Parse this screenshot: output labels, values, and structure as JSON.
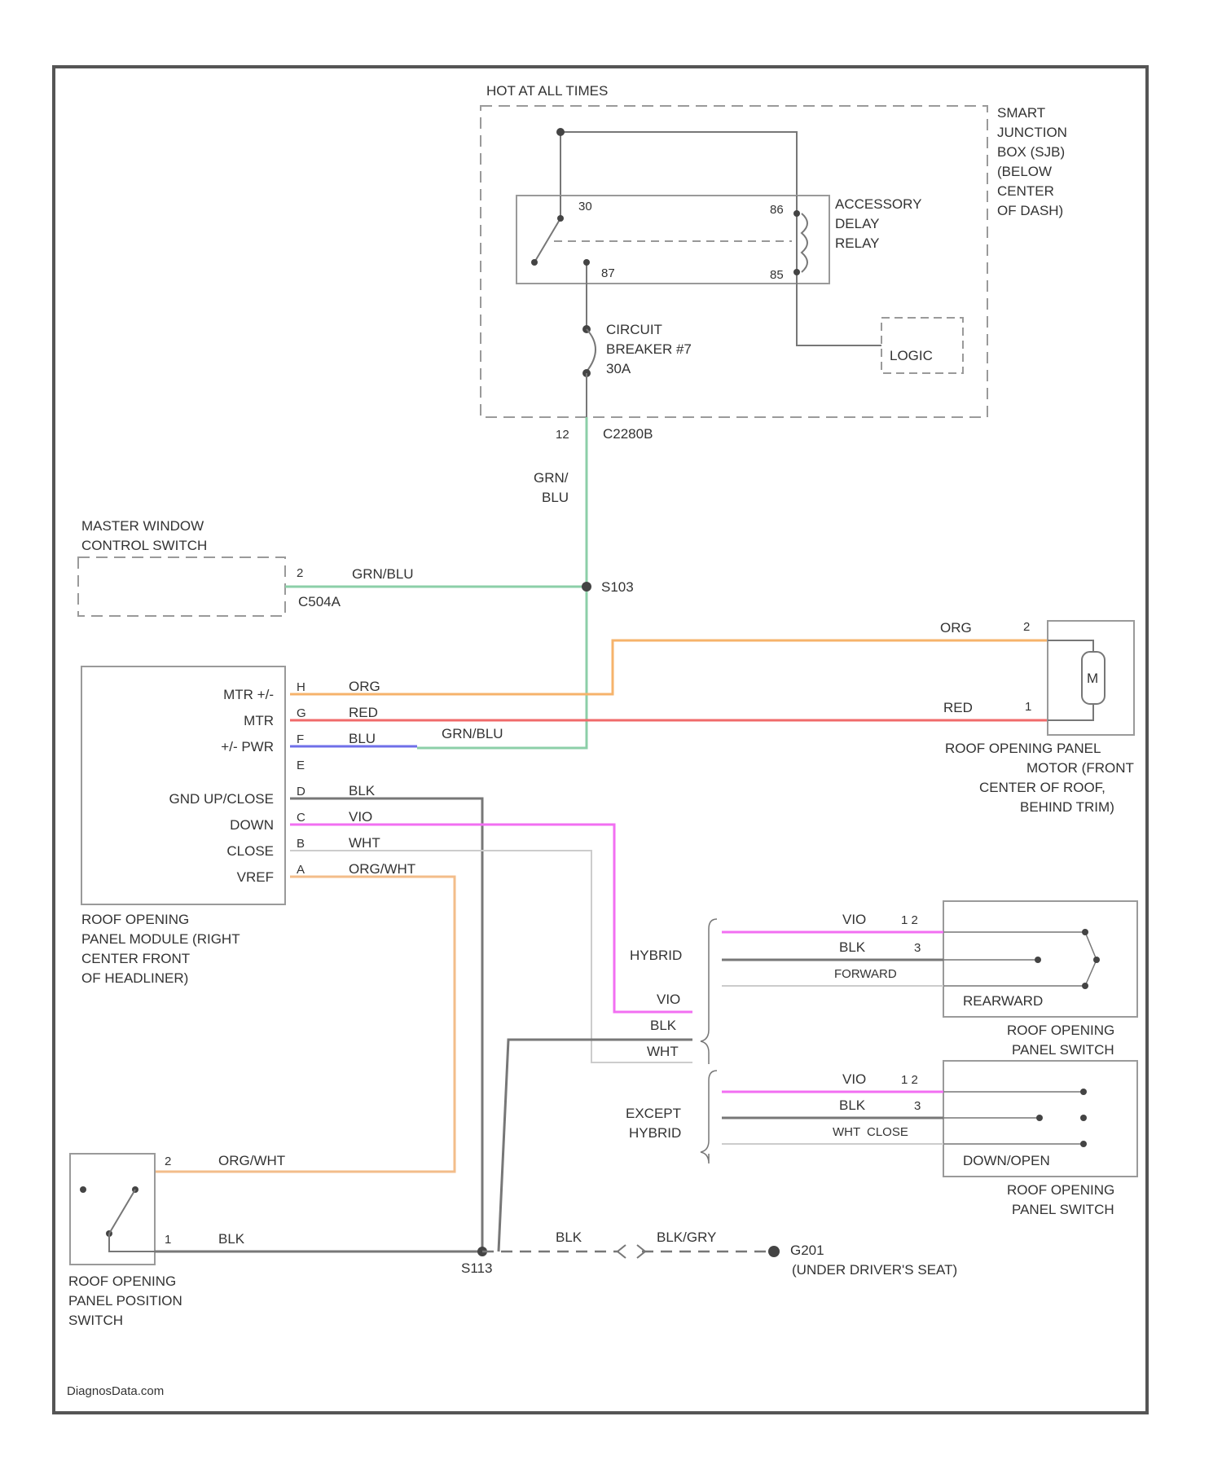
{
  "colors": {
    "frame": "#555555",
    "box": "#9a9a9a",
    "wire_grn_blu": "#8ccfa8",
    "wire_org": "#f6b36b",
    "wire_red": "#f06a6a",
    "wire_blu": "#6f6fe8",
    "wire_blk": "#777777",
    "wire_vio": "#f26ff2",
    "wire_wht": "#cccccc",
    "wire_org_wht": "#f3bd8a"
  },
  "labels": {
    "hot_at_all_times": "HOT AT ALL TIMES",
    "sjb": [
      "SMART",
      "JUNCTION",
      "BOX (SJB)",
      "(BELOW",
      "CENTER",
      "OF DASH)"
    ],
    "relay": [
      "ACCESSORY",
      "DELAY",
      "RELAY"
    ],
    "relay_pins": {
      "p30": "30",
      "p86": "86",
      "p87": "87",
      "p85": "85"
    },
    "breaker": [
      "CIRCUIT",
      "BREAKER #7",
      "30A"
    ],
    "logic": "LOGIC",
    "sjb_pin": "12",
    "sjb_connector": "C2280B",
    "grn_blu": [
      "GRN/",
      "BLU"
    ],
    "master_switch": [
      "MASTER WINDOW",
      "CONTROL SWITCH"
    ],
    "master_pin": "2",
    "master_wire": "GRN/BLU",
    "master_connector": "C504A",
    "splice_s103": "S103",
    "motor_wire1": "ORG",
    "motor_wire1_pin": "2",
    "motor_wire2": "RED",
    "motor_wire2_pin": "1",
    "motor_symbol": "M",
    "motor_name": [
      "ROOF OPENING PANEL",
      "MOTOR (FRONT",
      "CENTER OF ROOF,",
      "BEHIND TRIM)"
    ],
    "module_pins": [
      {
        "name": "MTR +/-",
        "pin": "H",
        "wire": "ORG"
      },
      {
        "name": "MTR",
        "pin": "G",
        "wire": "RED"
      },
      {
        "name": "+/- PWR",
        "pin": "F",
        "wire": "BLU"
      },
      {
        "name": "",
        "pin": "E",
        "wire": ""
      },
      {
        "name": "GND UP/CLOSE",
        "pin": "D",
        "wire": "BLK"
      },
      {
        "name": "DOWN",
        "pin": "C",
        "wire": "VIO"
      },
      {
        "name": "CLOSE",
        "pin": "B",
        "wire": "WHT"
      },
      {
        "name": "VREF",
        "pin": "A",
        "wire": "ORG/WHT"
      }
    ],
    "module_grn_blu": "GRN/BLU",
    "module_name": [
      "ROOF OPENING",
      "PANEL MODULE (RIGHT",
      "CENTER FRONT",
      "OF HEADLINER)"
    ],
    "hybrid": "HYBRID",
    "except_hybrid": [
      "EXCEPT",
      "HYBRID"
    ],
    "bus_vio": "VIO",
    "bus_blk": "BLK",
    "bus_wht": "WHT",
    "sw1_rows": [
      {
        "wire": "VIO",
        "pin": "1 2"
      },
      {
        "wire": "BLK",
        "pin": "3"
      },
      {
        "wire": "FORWARD",
        "pin": ""
      }
    ],
    "sw1_rear": "REARWARD",
    "sw1_name": [
      "ROOF OPENING",
      "PANEL SWITCH"
    ],
    "sw2_rows": [
      {
        "wire": "VIO",
        "pin": "1 2"
      },
      {
        "wire": "BLK",
        "pin": "3"
      },
      {
        "wire": "CLOSE",
        "pin": ""
      }
    ],
    "sw2_wht": "WHT",
    "sw2_down": "DOWN/OPEN",
    "sw2_name": [
      "ROOF OPENING",
      "PANEL SWITCH"
    ],
    "pos_pin2": "2",
    "pos_wire2": "ORG/WHT",
    "pos_pin1": "1",
    "pos_wire1": "BLK",
    "pos_name": [
      "ROOF OPENING",
      "PANEL POSITION",
      "SWITCH"
    ],
    "splice_s113": "S113",
    "gnd_blk": "BLK",
    "gnd_blkgry": "BLK/GRY",
    "ground_id": "G201",
    "ground_loc": "(UNDER DRIVER'S SEAT)",
    "watermark": "DiagnosData.com"
  }
}
